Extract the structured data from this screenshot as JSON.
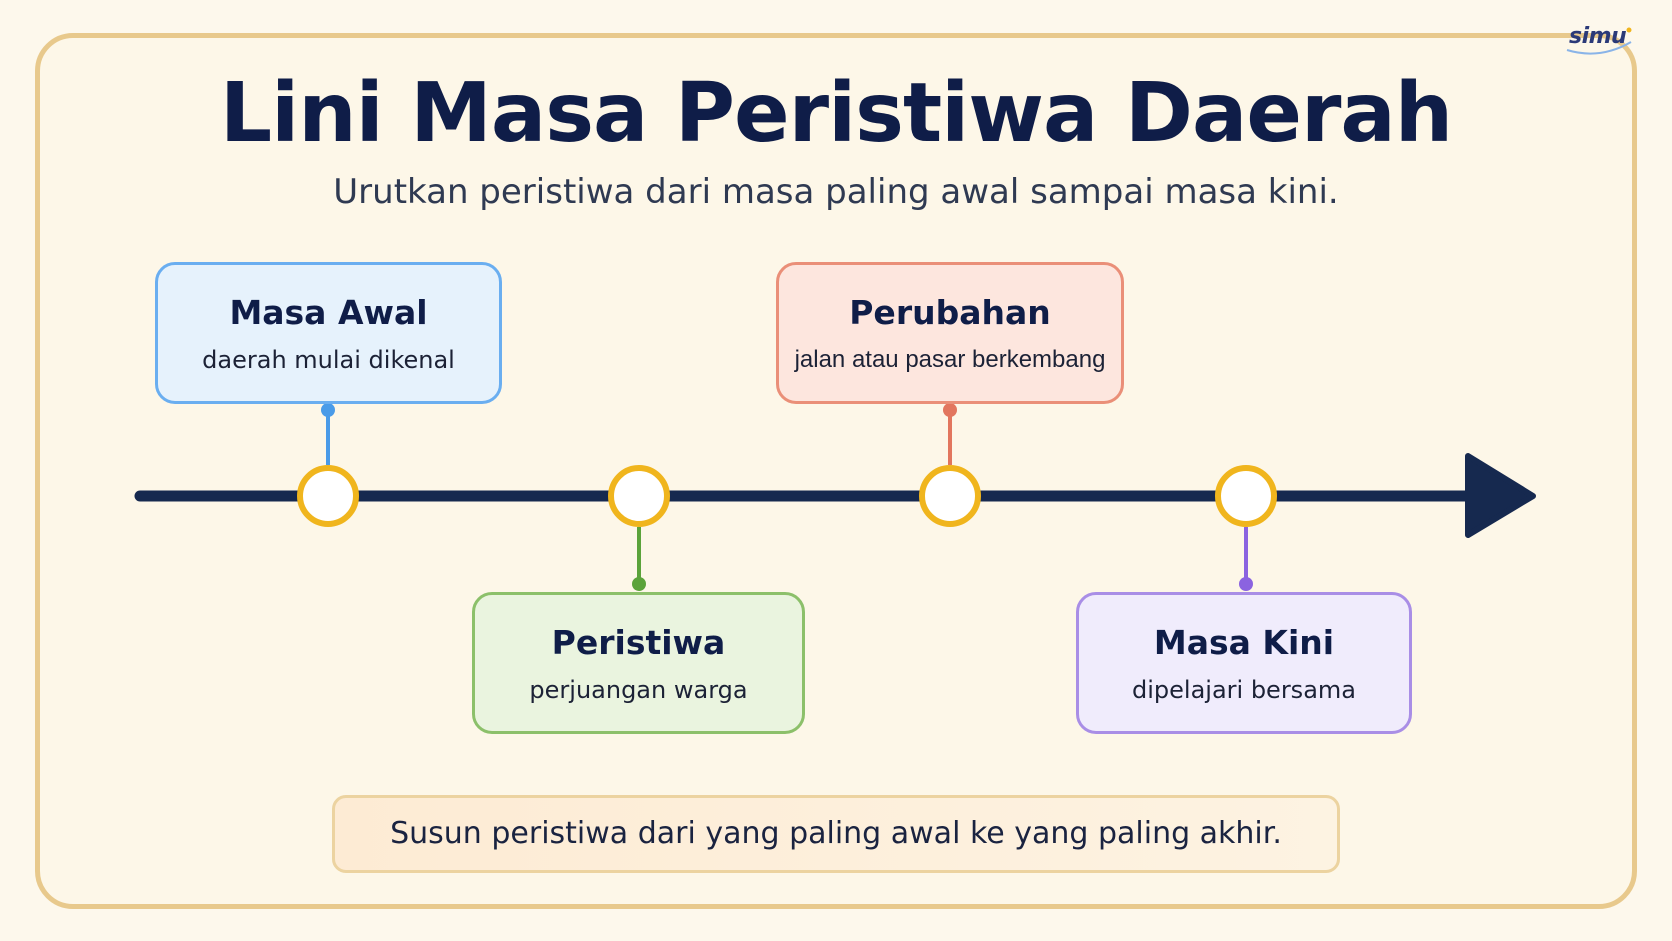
{
  "header": {
    "title": "Lini Masa Peristiwa Daerah",
    "subtitle": "Urutkan peristiwa dari masa paling awal sampai masa kini."
  },
  "brand": {
    "logo_text": "simu"
  },
  "events": [
    {
      "title": "Masa Awal",
      "description": "daerah mulai dikenal",
      "color": "#4a9be8",
      "position": "above"
    },
    {
      "title": "Peristiwa",
      "description": "perjuangan warga",
      "color": "#5ba33a",
      "position": "below"
    },
    {
      "title": "Perubahan",
      "description": "jalan atau pasar berkembang",
      "color": "#e2765e",
      "position": "above"
    },
    {
      "title": "Masa Kini",
      "description": "dipelajari bersama",
      "color": "#8b63e0",
      "position": "below"
    }
  ],
  "timeline": {
    "line_color": "#16294f",
    "marker_color": "#f0b51d"
  },
  "footer": {
    "instruction": "Susun peristiwa dari yang paling awal ke yang paling akhir."
  }
}
